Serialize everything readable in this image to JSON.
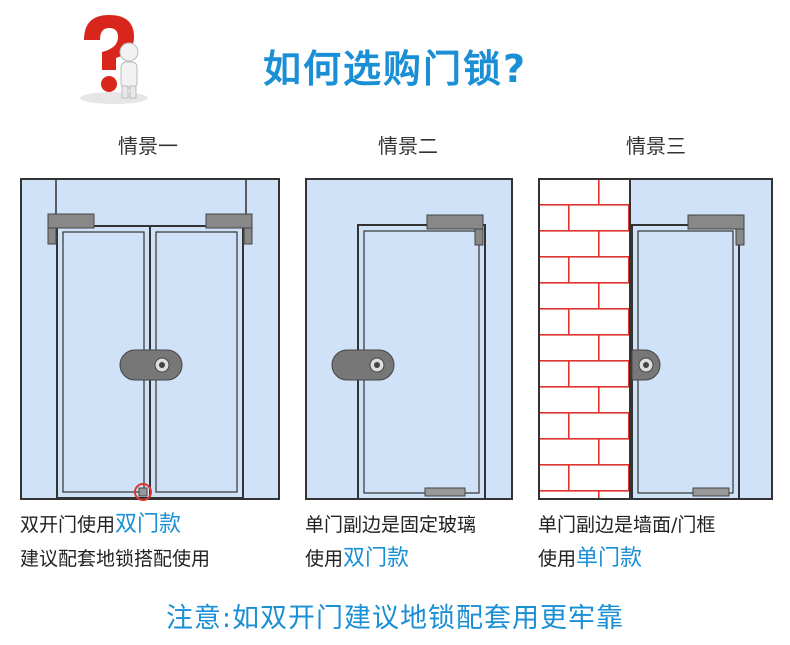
{
  "header": {
    "title": "如何选购门锁?"
  },
  "scenes": [
    {
      "label": "情景一",
      "caption_line1_prefix": "双开门使用",
      "caption_line1_highlight": "双门款",
      "caption_line2_prefix": "建议配套地锁搭配使用",
      "caption_line2_highlight": ""
    },
    {
      "label": "情景二",
      "caption_line1_prefix": "单门副边是固定玻璃",
      "caption_line1_highlight": "",
      "caption_line2_prefix": "使用",
      "caption_line2_highlight": "双门款"
    },
    {
      "label": "情景三",
      "caption_line1_prefix": "单门副边是墙面/门框",
      "caption_line1_highlight": "",
      "caption_line2_prefix": "使用",
      "caption_line2_highlight": "单门款"
    }
  ],
  "footer": {
    "note": "注意:如双开门建议地锁配套用更牢靠"
  },
  "colors": {
    "accent": "#1a8fd6",
    "glass": "#cfe2f7",
    "brick": "#e0352f",
    "frame": "#333333",
    "question_mark": "#d9261c"
  },
  "icons": [
    "question-mark-figure-icon",
    "lock-icon",
    "floor-lock-icon",
    "hinge-icon"
  ]
}
